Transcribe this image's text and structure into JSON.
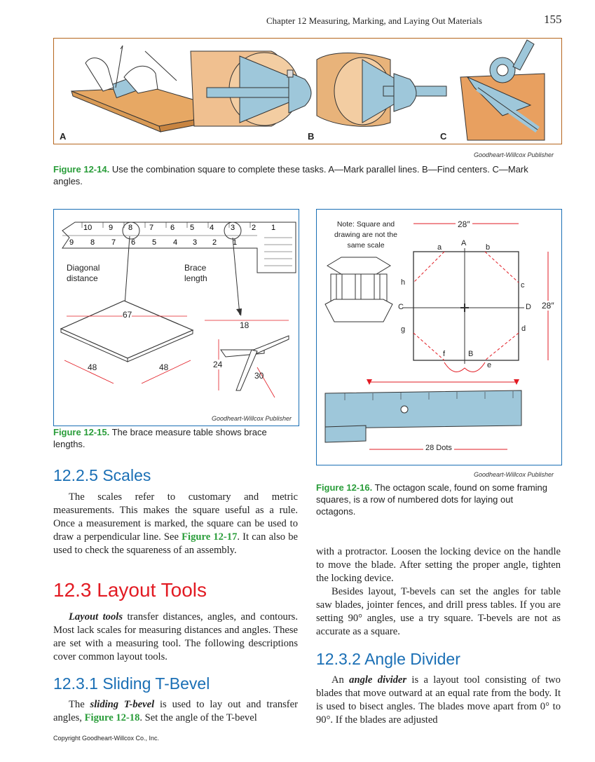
{
  "header": {
    "running_head": "Chapter 12   Measuring, Marking, and Laying Out Materials",
    "page_number": "155"
  },
  "fig14": {
    "panel_labels": [
      "A",
      "B",
      "C"
    ],
    "credit": "Goodheart-Willcox Publisher",
    "label": "Figure 12-14.",
    "caption": "Use the combination square to complete these tasks. A—Mark parallel lines. B—Find centers. C—Mark angles."
  },
  "fig15": {
    "diagonal_label": "Diagonal distance",
    "brace_label": "Brace length",
    "blade_numbers_top": [
      "10",
      "9",
      "8",
      "7",
      "6",
      "5",
      "4",
      "3",
      "2",
      "1"
    ],
    "blade_numbers_bottom": [
      "9",
      "8",
      "7",
      "6",
      "5",
      "4",
      "3",
      "2",
      "1"
    ],
    "dim_67": "67",
    "dim_48_left": "48",
    "dim_48_right": "48",
    "dim_18": "18",
    "dim_24": "24",
    "dim_30": "30",
    "credit": "Goodheart-Willcox Publisher",
    "label": "Figure 12-15.",
    "caption": "The brace measure table shows brace lengths."
  },
  "fig16": {
    "note": "Note: Square and drawing are not the same scale",
    "dim_top": "28″",
    "dim_right": "28″",
    "points": {
      "a": "a",
      "A": "A",
      "b": "b",
      "h": "h",
      "c": "c",
      "C": "C",
      "D": "D",
      "g": "g",
      "d": "d",
      "f": "f",
      "B": "B",
      "e": "e"
    },
    "dots_label": "28 Dots",
    "credit": "Goodheart-Willcox Publisher",
    "label": "Figure 12-16.",
    "caption": "The octagon scale, found on some framing squares, is a row of numbered dots for laying out octagons."
  },
  "left_col": {
    "h_scales": "12.2.5 Scales",
    "p_scales_1": "The scales refer to customary and metric measurements. This makes the square useful as a rule. Once a measurement is marked, the square can be used to draw a perpendicular line. See ",
    "p_scales_ref": "Figure 12-17",
    "p_scales_2": ". It can also be used to check the squareness of an assembly.",
    "h_layout": "12.3 Layout Tools",
    "p_layout_term": "Layout tools",
    "p_layout_rest": " transfer distances, angles, and contours. Most lack scales for measuring distances and angles. These are set with a measuring tool. The following descriptions cover common layout tools.",
    "h_tbevel": "12.3.1 Sliding T-Bevel",
    "p_tbevel_1": "The ",
    "p_tbevel_term": "sliding T-bevel",
    "p_tbevel_2": " is used to lay out and transfer angles, ",
    "p_tbevel_ref": "Figure 12-18",
    "p_tbevel_3": ". Set the angle of the T-bevel"
  },
  "right_col": {
    "p_cont": "with a protractor. Loosen the locking device on the handle to move the blade. After setting the proper angle, tighten the locking device.",
    "p_besides": "Besides layout, T-bevels can set the angles for table saw blades, jointer fences, and drill press tables. If you are setting 90° angles, use a try square. T-bevels are not as accurate as a square.",
    "h_divider": "12.3.2 Angle Divider",
    "p_divider_1": "An ",
    "p_divider_term": "angle divider",
    "p_divider_2": " is a layout tool consisting of two blades that move outward at an equal rate from the body. It is used to bisect angles. The blades move apart from 0° to 90°. If the blades are adjusted"
  },
  "footer": {
    "copyright": "Copyright Goodheart-Willcox Co., Inc."
  }
}
